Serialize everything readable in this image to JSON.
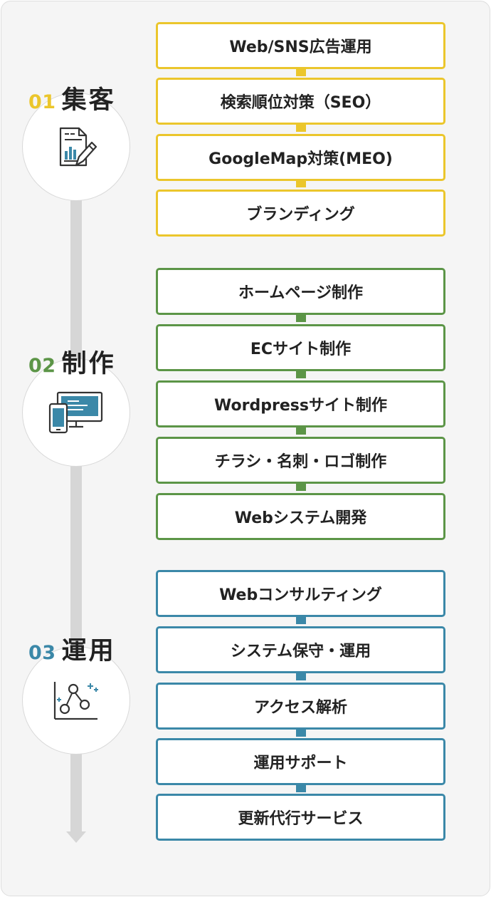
{
  "colors": {
    "stage1": "#ebc62c",
    "stage2": "#5c9547",
    "stage3": "#3b88a8",
    "timeline": "#d6d6d6"
  },
  "stages": [
    {
      "number": "01",
      "title": "集客",
      "icon": "document-chart-pen-icon",
      "services": [
        "Web/SNS広告運用",
        "検索順位対策（SEO）",
        "GoogleMap対策(MEO)",
        "ブランディング"
      ]
    },
    {
      "number": "02",
      "title": "制作",
      "icon": "devices-monitor-phone-icon",
      "services": [
        "ホームページ制作",
        "ECサイト制作",
        "Wordpressサイト制作",
        "チラシ・名刺・ロゴ制作",
        "Webシステム開発"
      ]
    },
    {
      "number": "03",
      "title": "運用",
      "icon": "analytics-graph-icon",
      "services": [
        "Webコンサルティング",
        "システム保守・運用",
        "アクセス解析",
        "運用サポート",
        "更新代行サービス"
      ]
    }
  ]
}
